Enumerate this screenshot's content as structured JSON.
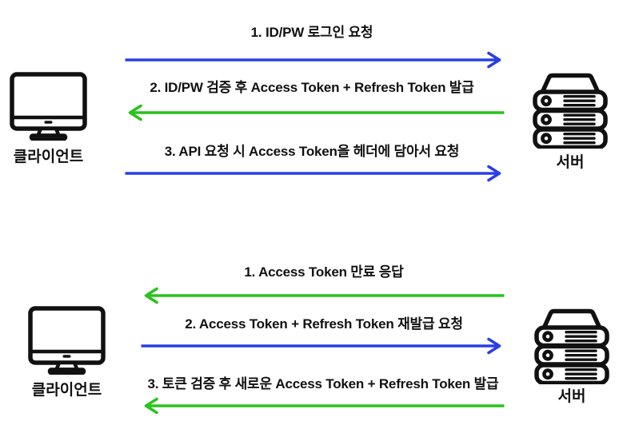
{
  "page": {
    "background": "#ffffff"
  },
  "colors": {
    "request_arrow_blue": "#2a3ee5",
    "response_arrow_green": "#29c31d",
    "icon_ink": "#111111",
    "text": "#111111"
  },
  "flows": {
    "token_issue": {
      "client_label": "클라이언트",
      "server_label": "서버",
      "steps": [
        {
          "label": "1. ID/PW 로그인 요청",
          "direction": "client-to-server",
          "arrow_color": "blue"
        },
        {
          "label": "2. ID/PW 검증 후 Access Token + Refresh Token 발급",
          "direction": "server-to-client",
          "arrow_color": "green"
        },
        {
          "label": "3. API 요청 시 Access Token을 헤더에 담아서 요청",
          "direction": "client-to-server",
          "arrow_color": "blue"
        }
      ]
    },
    "token_refresh": {
      "client_label": "클라이언트",
      "server_label": "서버",
      "steps": [
        {
          "label": "1. Access Token 만료 응답",
          "direction": "server-to-client",
          "arrow_color": "green"
        },
        {
          "label": "2. Access Token + Refresh Token 재발급 요청",
          "direction": "client-to-server",
          "arrow_color": "blue"
        },
        {
          "label": "3. 토큰 검증 후 새로운 Access Token + Refresh Token 발급",
          "direction": "server-to-client",
          "arrow_color": "green"
        }
      ]
    }
  }
}
